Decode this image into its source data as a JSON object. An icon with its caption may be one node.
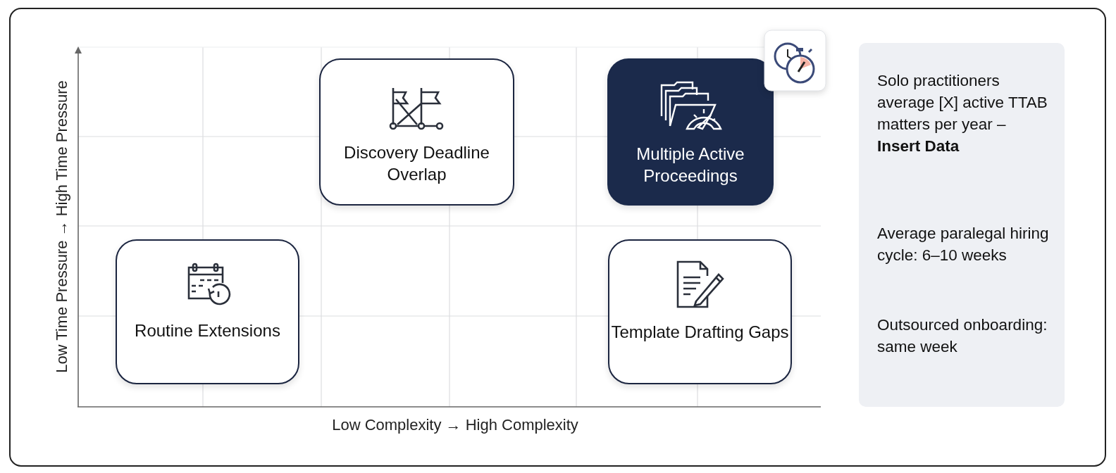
{
  "diagram": {
    "nodes": [
      {
        "text": [
          "Discovery Deadline Overlap"
        ]
      },
      {
        "text": [
          "Multiple Active Proceedings"
        ]
      },
      {
        "text": [
          "Routine Extensions"
        ]
      },
      {
        "text": [
          "Template Drafting Gaps"
        ]
      },
      {
        "text": [
          "Solo practitioners average [X] active TTAB matters per year – **Insert Data**",
          "Average paralegal hiring cycle: 6–10 weeks",
          "Outsourced onboarding: same week"
        ]
      }
    ],
    "labels": [
      "Low Time Pressure → High Time Pressure",
      "Low Complexity → High Complexity"
    ]
  }
}
